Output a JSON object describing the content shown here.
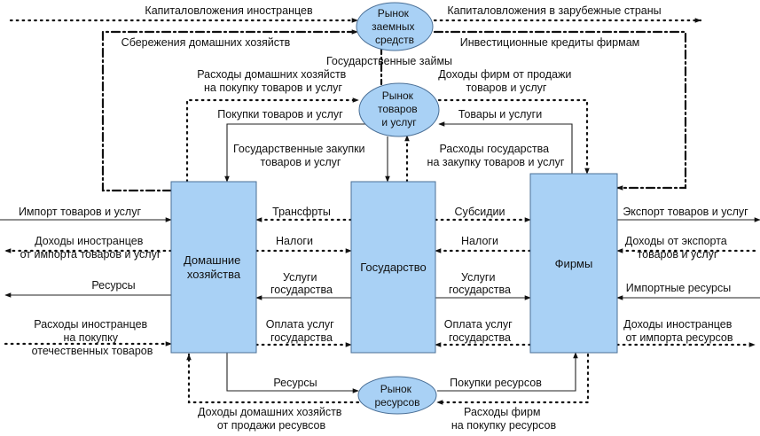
{
  "entities": {
    "households": [
      "Домашние",
      "хозяйства"
    ],
    "government": [
      "Государство"
    ],
    "firms": [
      "Фирмы"
    ]
  },
  "markets": {
    "loan_market": [
      "Рынок",
      "заемных",
      "средств"
    ],
    "goods_market": [
      "Рынок",
      "товаров",
      "и услуг"
    ],
    "resource_market": [
      "Рынок",
      "ресурсов"
    ]
  },
  "flows": {
    "foreign_investment": [
      "Капиталовложения иностранцев"
    ],
    "investment_abroad": [
      "Капиталовложения в зарубежные страны"
    ],
    "household_savings": [
      "Сбережения домашних хозяйств"
    ],
    "firm_credits": [
      "Инвестиционные кредиты фирмам"
    ],
    "gov_loans": [
      "Государственные займы"
    ],
    "household_spending": [
      "Расходы домашних хозяйств",
      "на покупку товаров и услуг"
    ],
    "firm_revenue": [
      "Доходы фирм от продажи",
      "товаров и услуг"
    ],
    "purchases_goods": [
      "Покупки товаров и услуг"
    ],
    "goods_services": [
      "Товары и услуги"
    ],
    "gov_procurement": [
      "Государственные закупки",
      "товаров и услуг"
    ],
    "gov_spending": [
      "Расходы государства",
      "на закупку товаров и услуг"
    ],
    "import_goods": [
      "Импорт товаров и услуг"
    ],
    "foreign_import_income": [
      "Доходы иностранцев",
      "от импорта товаров и услуг"
    ],
    "resources_out": [
      "Ресурсы"
    ],
    "foreign_spending": [
      "Расходы иностранцев",
      "на покупку",
      "отечественных товаров"
    ],
    "transfers": [
      "Трансфрты"
    ],
    "taxes_households": [
      "Налоги"
    ],
    "gov_services_households": [
      "Услуги",
      "государства"
    ],
    "payment_households": [
      "Оплата услуг",
      "государства"
    ],
    "subsidies": [
      "Субсидии"
    ],
    "taxes_firms": [
      "Налоги"
    ],
    "gov_services_firms": [
      "Услуги",
      "государства"
    ],
    "payment_firms": [
      "Оплата услуг",
      "государства"
    ],
    "export_goods": [
      "Экспорт товаров и услуг"
    ],
    "export_income": [
      "Доходы от экспорта",
      "товаров и услуг"
    ],
    "import_resources": [
      "Импортные ресурсы"
    ],
    "foreign_resource_income": [
      "Доходы иностранцев",
      "от импорта ресурсов"
    ],
    "resources_to_market": [
      "Ресурсы"
    ],
    "resource_purchases": [
      "Покупки ресурсов"
    ],
    "household_resource_income": [
      "Доходы домашних хозяйств",
      "от продажи ресувсов"
    ],
    "firm_resource_spending": [
      "Расходы фирм",
      "на покупку ресурсов"
    ]
  }
}
